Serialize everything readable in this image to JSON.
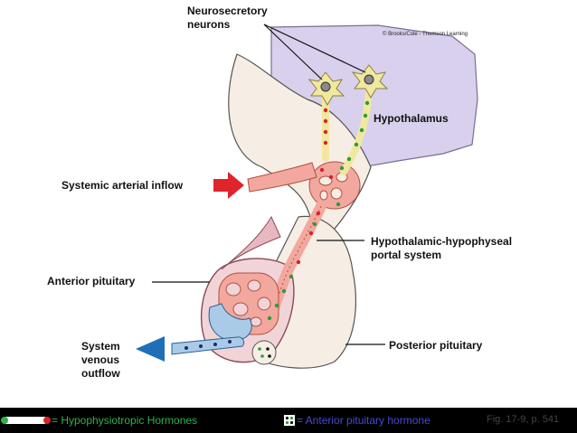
{
  "labels": {
    "neurosecretory": "Neurosecretory\nneurons",
    "credit": "© Brooks/Cole - Thomson Learning",
    "hypothalamus": "Hypothalamus",
    "arterial_inflow": "Systemic arterial inflow",
    "portal_system": "Hypothalamic-hypophyseal\nportal system",
    "anterior_pituitary": "Anterior pituitary",
    "venous_outflow": "System\nvenous\noutflow",
    "posterior_pituitary": "Posterior pituitary"
  },
  "legend": {
    "hypophysiotropic": "= Hypophysiotropic Hormones",
    "anterior_hormone": "= Anterior pituitary hormone",
    "figure_ref": "Fig. 17-9, p. 541"
  },
  "colors": {
    "hypothalamus": "#d8d0ec",
    "tissue": "#f6eee4",
    "artery": "#f2a89e",
    "vein": "#a9cbe8",
    "red_dot": "#d8232a",
    "green_dot": "#2a9d3a",
    "arrow_red": "#e0242b",
    "arrow_blue": "#1f6fb8",
    "legend_green": "#2db24a",
    "legend_blue": "#4848d8"
  }
}
